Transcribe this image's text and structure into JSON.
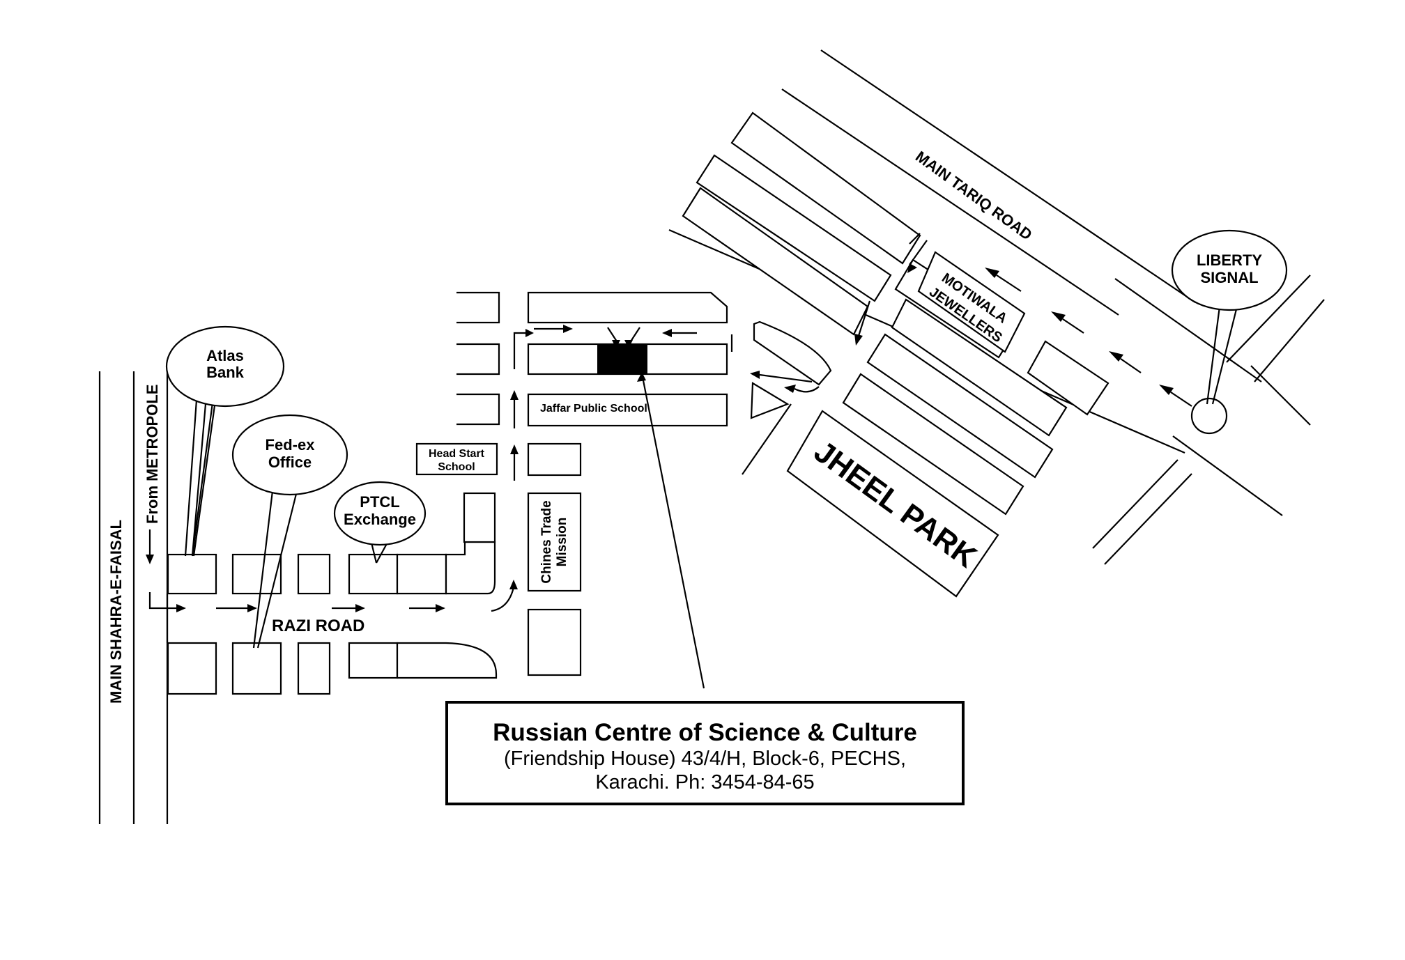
{
  "roads": {
    "main_shahra_e_faisal": "MAIN SHAHRA-E-FAISAL",
    "from_metropole": "From METROPOLE",
    "razi_road": "RAZI ROAD",
    "main_tariq_road": "MAIN TARIQ ROAD"
  },
  "callouts": {
    "atlas_bank": [
      "Atlas",
      "Bank"
    ],
    "fedex_office": [
      "Fed-ex",
      "Office"
    ],
    "ptcl_exchange": [
      "PTCL",
      "Exchange"
    ],
    "liberty_signal": [
      "LIBERTY",
      "SIGNAL"
    ]
  },
  "buildings": {
    "head_start_school": [
      "Head Start",
      "School"
    ],
    "jaffar_public_school": "Jaffar Public School",
    "chines_trade_mission": [
      "Chines Trade",
      "Mission"
    ],
    "motiwala_jewellers": [
      "MOTIWALA",
      "JEWELLERS"
    ],
    "jheel_park": "JHEEL PARK"
  },
  "address": {
    "title": "Russian Centre of Science & Culture",
    "line1": "(Friendship House) 43/4/H, Block-6, PECHS,",
    "line2": "Karachi. Ph: 3454-84-65"
  }
}
